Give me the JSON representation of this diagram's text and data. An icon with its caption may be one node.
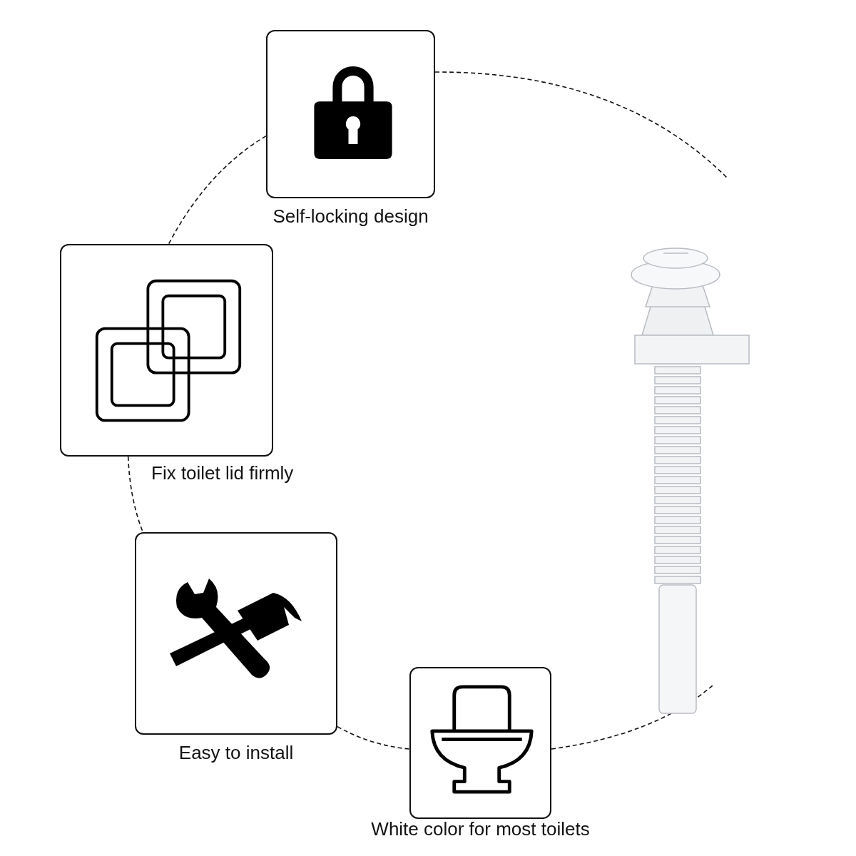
{
  "diagram": {
    "nodes": [
      {
        "text": [
          "Self-locking design"
        ]
      },
      {
        "text": [
          "Fix toilet lid firmly"
        ]
      },
      {
        "text": [
          "Easy to install"
        ]
      },
      {
        "text": [
          "White color for most toilets"
        ]
      }
    ],
    "edges": [
      {
        "from": 0,
        "to": 1,
        "arrow": "none",
        "style": "dashed"
      },
      {
        "from": 1,
        "to": 2,
        "arrow": "none",
        "style": "dashed"
      },
      {
        "from": 2,
        "to": 3,
        "arrow": "none",
        "style": "dashed"
      },
      {
        "from": 0,
        "to": null,
        "arrow": "none",
        "style": "dashed"
      },
      {
        "from": 3,
        "to": null,
        "arrow": "none",
        "style": "dashed"
      }
    ]
  }
}
